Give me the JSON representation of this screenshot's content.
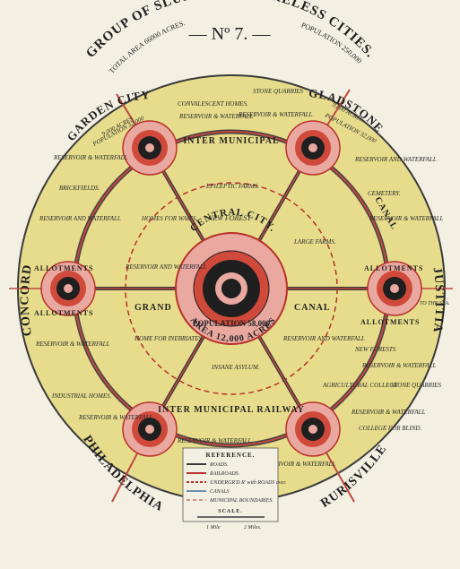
{
  "header": {
    "number": "— Nº 7. —",
    "title": "GROUP OF SLUMLESS SMOKELESS CITIES.",
    "total_area": "TOTAL AREA 66000 ACRES.",
    "population": "POPULATION 250,000"
  },
  "center": {
    "name": "CENTRAL CITY.",
    "area": "AREA 12,000 ACRES",
    "population": "POPULATION 58,000"
  },
  "cities": {
    "garden_city": {
      "name": "GARDEN CITY",
      "acres": "9,000 ACRES",
      "population": "POPULATION 32,000"
    },
    "gladstone": {
      "name": "GLADSTONE",
      "acres": "9,000 ACRES",
      "population": "POPULATION 32,000"
    },
    "concord": "CONCORD",
    "justitia": "JUSTITIA",
    "philadelphia": "PHILADELPHIA",
    "rurisville": "RURISVILLE"
  },
  "routes": {
    "inter_municipal_top": "INTER   MUNICIPAL",
    "canal_right": "CANAL",
    "grand_left": "GRAND",
    "canal_center": "CANAL",
    "inter_municipal_bottom": "INTER   MUNICIPAL   RAILWAY"
  },
  "labels": {
    "convalescent": "CONVALESCENT HOMES.",
    "stone_quarries_top": "STONE QUARRIES",
    "reservoir_top_left": "RESERVOIR & WATERFALL",
    "reservoir_top_right": "RESERVOIR & WATERFALL.",
    "reservoir_left_top": "RESERVOIR & WATERFALL",
    "reservoir_right_top": "RESERVOIR AND WATERFALL",
    "brickfields": "BRICKFIELDS.",
    "cemetery": "CEMETERY.",
    "reservoir_left_mid": "RESERVOIR AND WATERFALL",
    "reservoir_right_mid": "RESERVOIR & WATERFALL",
    "epileptic": "EPILEPTIC FARMS.",
    "new_forest": "NEW FOREST",
    "homes_waifs": "HOMES FOR WAIFS.",
    "large_farms": "LARGE FARMS.",
    "allotments_left_top": "ALLOTMENTS",
    "allotments_left_bottom": "ALLOTMENTS",
    "allotments_right_top": "ALLOTMENTS",
    "allotments_right_bottom": "ALLOTMENTS",
    "reservoir_inner_left": "RESERVOIR AND WATERFALL",
    "to_the_sea": "TO THE SEA.",
    "home_inebriates": "HOME FOR INEBRIATES",
    "reservoir_inner_right": "RESERVOIR AND WATERFALL",
    "new_forests": "NEW FORESTS",
    "reservoir_left_low": "RESERVOIR & WATERFALL",
    "reservoir_right_low": "RESERVOIR & WATERFALL",
    "insane": "INSANE ASYLUM.",
    "industrial": "INDUSTRIAL HOMES.",
    "agricultural": "AGRICULTURAL COLLEGE",
    "stone_quarries_right": "STONE QUARRIES",
    "reservoir_bottom_left": "RESERVOIR & WATERFALL",
    "reservoir_bottom_right": "RESERVOIR & WATERFALL",
    "college_blind": "COLLEGE FOR BLIND.",
    "reservoir_bottom_center_left": "RESERVOIR & WATERFALL",
    "reservoir_bottom_center_right": "RESERVOIR & WATERFALL"
  },
  "legend": {
    "title": "REFERENCE.",
    "items": [
      "ROADS.",
      "RAILROADS.",
      "UNDERGR'D R' with ROADS over.",
      "CANALS",
      "MUNICIPAL BOUNDARIES."
    ],
    "scale_title": "SCALE.",
    "scale_left": "1 Mile",
    "scale_right": "2 Miles."
  },
  "colors": {
    "field": "#e7dc8c",
    "field_inner": "#e3d57c",
    "pink": "#e9a8a0",
    "red": "#b8322b",
    "dark": "#1f1f1f",
    "border": "#3a3a3a"
  }
}
